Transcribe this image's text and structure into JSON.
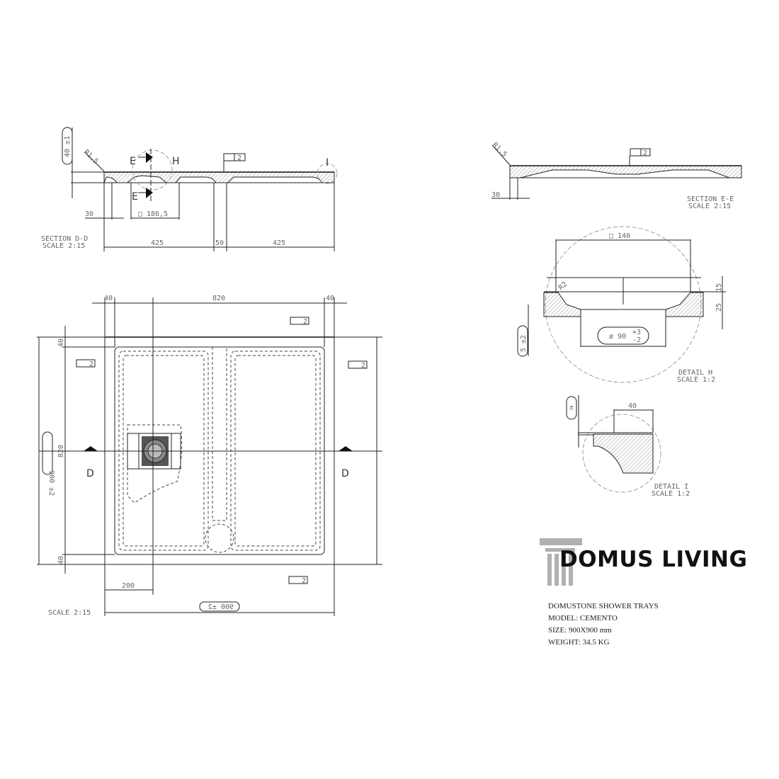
{
  "section_dd": {
    "title": "SECTION D-D",
    "scale": "SCALE 2:15",
    "height_tol": "40 ±1",
    "radius": "R1,5",
    "cut_top": "E",
    "cut_bottom": "E",
    "detail_h": "H",
    "detail_i": "I",
    "flatness": "2",
    "dim_30": "30",
    "dim_square": "□ 186,5",
    "dim_425_left": "425",
    "dim_50": "50",
    "dim_425_right": "425"
  },
  "section_ee": {
    "title": "SECTION E-E",
    "scale": "SCALE 2:15",
    "radius": "R1,5",
    "flatness": "2",
    "dim_30": "30"
  },
  "detail_h": {
    "title": "DETAIL H",
    "scale": "SCALE 1:2",
    "dim_square": "□ 140",
    "radius": "R2",
    "dim_15": "15",
    "dim_25": "25",
    "dim_5": "5 ±2",
    "dim_diameter": "ø 90",
    "tol_plus": "+3",
    "tol_minus": "-2"
  },
  "detail_i": {
    "title": "DETAIL I",
    "scale": "SCALE 1:2",
    "dim_40": "40",
    "tol": "±"
  },
  "plan": {
    "scale": "SCALE 2:15",
    "top_40_left": "40",
    "top_820": "820",
    "top_40_right": "40",
    "left_40_top": "40",
    "left_820": "820",
    "left_40_bottom": "40",
    "overall_vertical": "900 ±2",
    "overall_horizontal": "900 ±2",
    "dim_200": "200",
    "section_left": "D",
    "section_right": "D",
    "flatness": "2"
  },
  "brand": {
    "name": "DOMUS LIVING",
    "logo_color": "#b0b0b0"
  },
  "info": {
    "line1": "DOMUSTONE SHOWER TRAYS",
    "line2": "MODEL: CEMENTO",
    "line3": "SIZE: 900X900 mm",
    "line4": "WEIGHT: 34.5 KG"
  }
}
